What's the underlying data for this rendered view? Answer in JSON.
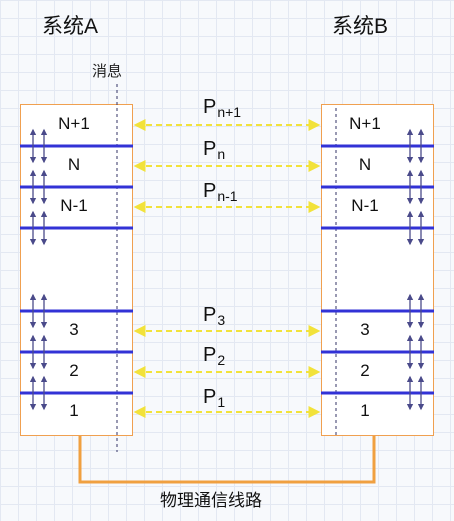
{
  "system_a": {
    "title": "系统A"
  },
  "system_b": {
    "title": "系统B"
  },
  "message_label": "消息",
  "physical_link_label": "物理通信线路",
  "layers": [
    {
      "label": "N+1"
    },
    {
      "label": "N"
    },
    {
      "label": "N-1"
    },
    {
      "label": "3"
    },
    {
      "label": "2"
    },
    {
      "label": "1"
    }
  ],
  "protocols": [
    {
      "base": "P",
      "sub": "n+1"
    },
    {
      "base": "P",
      "sub": "n"
    },
    {
      "base": "P",
      "sub": "n-1"
    },
    {
      "base": "P",
      "sub": "3"
    },
    {
      "base": "P",
      "sub": "2"
    },
    {
      "base": "P",
      "sub": "1"
    }
  ],
  "colors": {
    "layer_line": "#3232d6",
    "protocol_arrow": "#f2e23a",
    "box_border": "#f0a050",
    "physical_link": "#f0a040",
    "layer_arrow": "#4a4a8a",
    "message_line": "#333366"
  }
}
